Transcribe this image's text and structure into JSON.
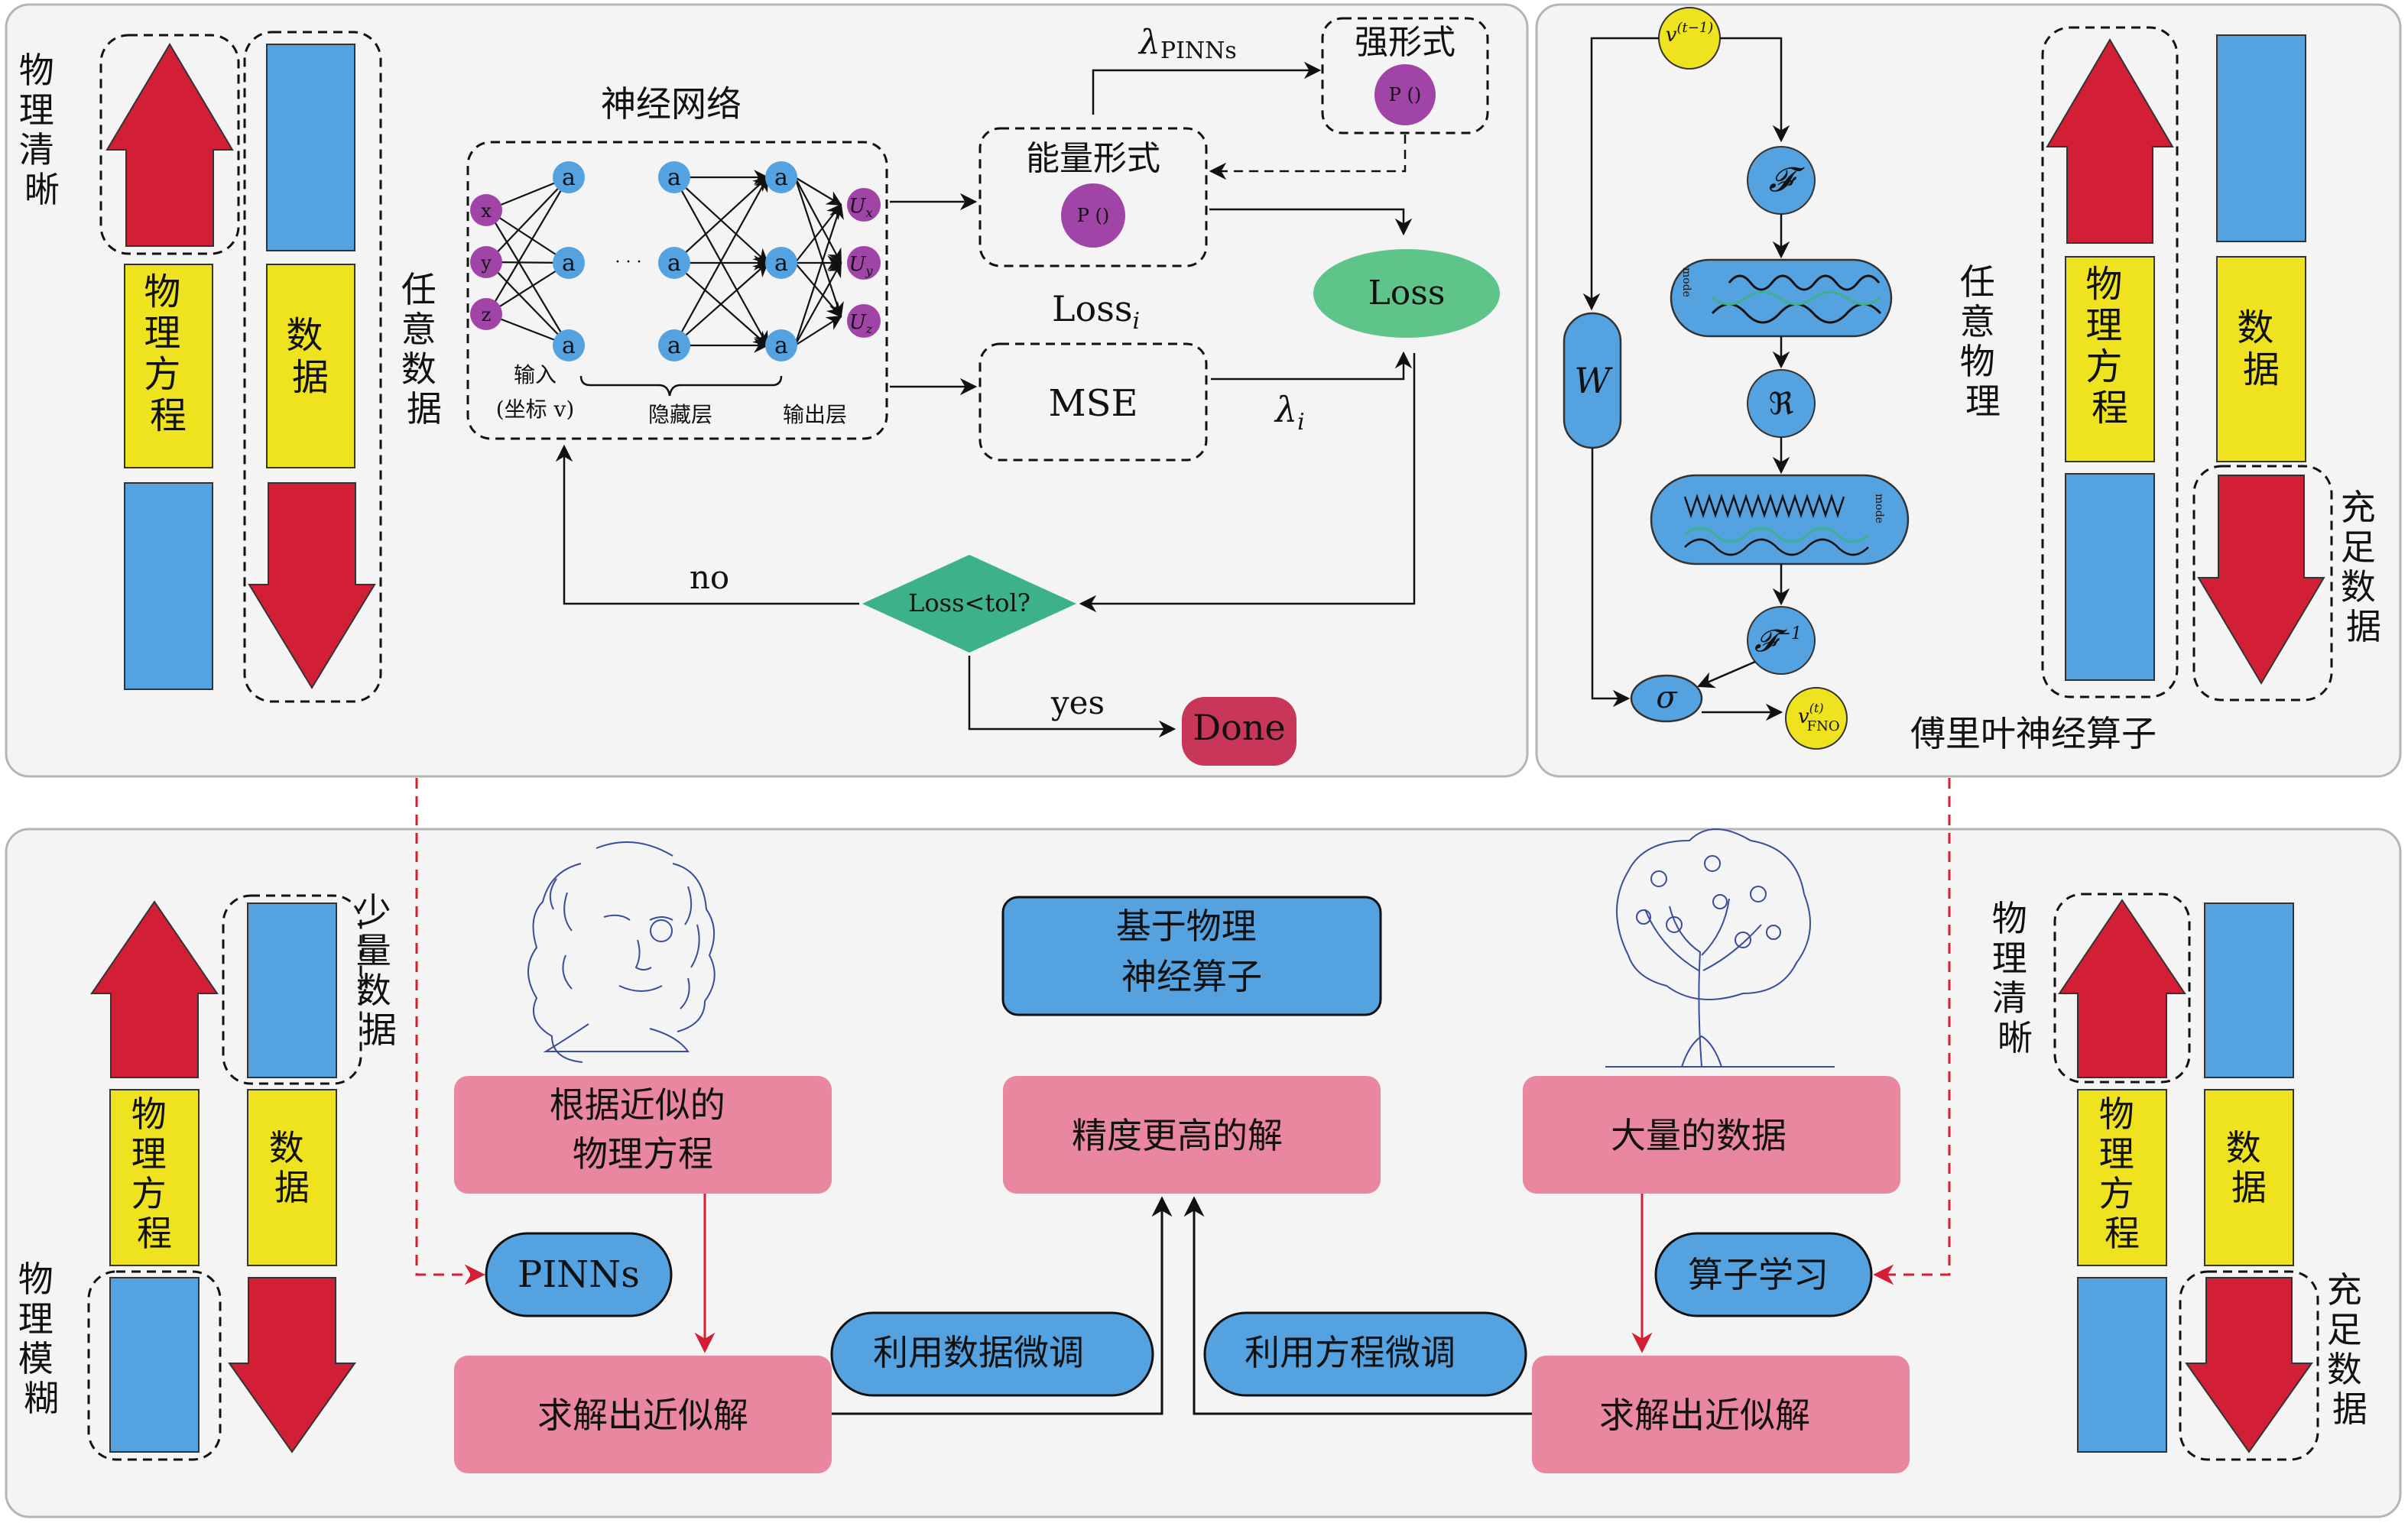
{
  "colors": {
    "red": "#D21F35",
    "blue": "#54A3E0",
    "yellow": "#EEE31E",
    "pink": "#E8879F",
    "green": "#5FC48A",
    "teal": "#3DB08C",
    "purple": "#A044A8",
    "done": "#C8375A",
    "panel": "#F4F4F4"
  },
  "top_left": {
    "left_label": [
      "物",
      "理",
      "清",
      "晰"
    ],
    "bar1_text": [
      "物",
      "理",
      "方",
      "程"
    ],
    "bar2_text": [
      "数",
      "据"
    ],
    "any_data_label": [
      "任",
      "意",
      "数",
      "据"
    ],
    "nn_title": "神经网络",
    "inputs": [
      "x",
      "y",
      "z"
    ],
    "neuron": "a",
    "outputs": [
      "U",
      "U",
      "U"
    ],
    "output_subs": [
      "x",
      "y",
      "z"
    ],
    "dots": "· · ·",
    "input_label": "输入",
    "input_coord": "(坐标 v)",
    "hidden_label": "隐藏层",
    "output_label": "输出层",
    "energy_form": "能量形式",
    "p_symbol": "P ()",
    "strong_form": "强形式",
    "lambda": "λ",
    "lambda_pinns_sub": "PINNs",
    "lambda_i_sub": "i",
    "loss_label": "Loss",
    "loss_i": "Loss",
    "loss_i_sub": "i",
    "mse": "MSE",
    "decision": "Loss<tol?",
    "no": "no",
    "yes": "yes",
    "done": "Done"
  },
  "top_right": {
    "v_prev": "v",
    "v_prev_sup": "(t−1)",
    "fourier": "𝓕",
    "W": "W",
    "real": "ℜ",
    "inv_fourier": "𝓕",
    "inv_sup": "−1",
    "sigma": "σ",
    "v_out": "v",
    "v_out_sup": "(t)",
    "v_out_sub": "FNO",
    "mode_label": "mode",
    "title": "傅里叶神经算子",
    "any_physics_label": [
      "任",
      "意",
      "物",
      "理"
    ],
    "bar1_text": [
      "物",
      "理",
      "方",
      "程"
    ],
    "bar2_text": [
      "数",
      "据"
    ],
    "sufficient_label": [
      "充",
      "足",
      "数",
      "据"
    ]
  },
  "bottom": {
    "left_bar1_text": [
      "物",
      "理",
      "方",
      "程"
    ],
    "left_bar2_text": [
      "数",
      "据"
    ],
    "little_data_label": [
      "少",
      "量",
      "数",
      "据"
    ],
    "physics_fuzzy_label": [
      "物",
      "理",
      "模",
      "糊"
    ],
    "right_bar1_text": [
      "物",
      "理",
      "方",
      "程"
    ],
    "right_bar2_text": [
      "数",
      "据"
    ],
    "physics_clear_label": [
      "物",
      "理",
      "清",
      "晰"
    ],
    "sufficient_label": [
      "充",
      "足",
      "数",
      "据"
    ],
    "box_physics_eq": [
      "根据近似的",
      "物理方程"
    ],
    "box_better": "精度更高的解",
    "box_big_data": "大量的数据",
    "box_solve_left": "求解出近似解",
    "box_solve_right": "求解出近似解",
    "box_pino": [
      "基于物理",
      "神经算子"
    ],
    "pinns": "PINNs",
    "operator_learning": "算子学习",
    "finetune_data": "利用数据微调",
    "finetune_eq": "利用方程微调"
  }
}
